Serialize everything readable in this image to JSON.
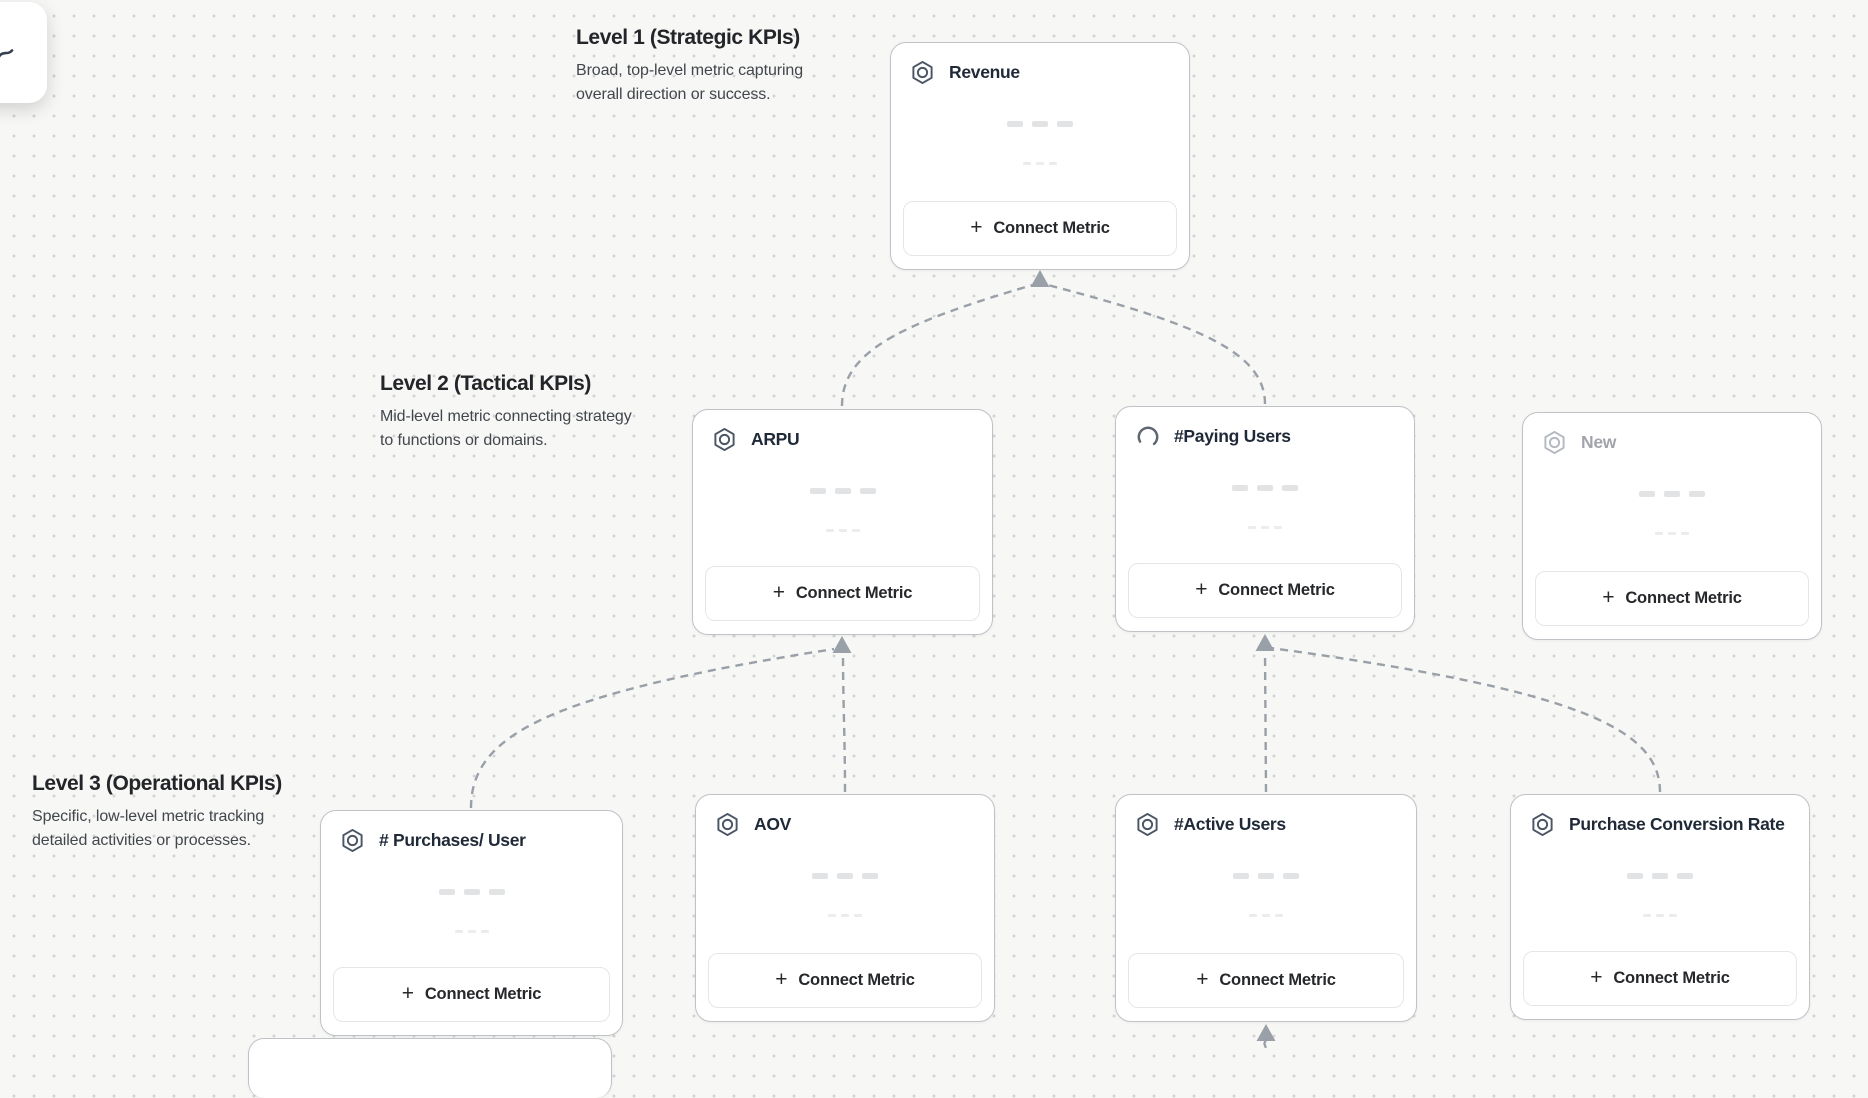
{
  "labels": {
    "connect_metric": "Connect Metric",
    "plus": "+"
  },
  "levels": [
    {
      "title": "Level 1 (Strategic KPIs)",
      "description": "Broad, top-level metric capturing overall direction or success."
    },
    {
      "title": "Level 2 (Tactical KPIs)",
      "description": "Mid-level metric connecting strategy to functions or domains."
    },
    {
      "title": "Level 3 (Operational KPIs)",
      "description": "Specific, low-level metric tracking detailed activities or processes."
    }
  ],
  "cards": [
    {
      "title": "Revenue",
      "level": 1,
      "state": "default",
      "icon": "hexagon-target-icon"
    },
    {
      "title": "ARPU",
      "level": 2,
      "state": "default",
      "icon": "hexagon-target-icon"
    },
    {
      "title": "#Paying Users",
      "level": 2,
      "state": "loading",
      "icon": "spinner-icon"
    },
    {
      "title": "New",
      "level": 2,
      "state": "draft",
      "icon": "hexagon-target-icon"
    },
    {
      "title": "# Purchases/ User",
      "level": 3,
      "state": "default",
      "icon": "hexagon-target-icon"
    },
    {
      "title": "AOV",
      "level": 3,
      "state": "default",
      "icon": "hexagon-target-icon"
    },
    {
      "title": "#Active Users",
      "level": 3,
      "state": "default",
      "icon": "hexagon-target-icon"
    },
    {
      "title": "Purchase Conversion Rate",
      "level": 3,
      "state": "default",
      "icon": "hexagon-target-icon"
    }
  ],
  "connections": [
    {
      "from": "ARPU",
      "to": "Revenue"
    },
    {
      "from": "#Paying Users",
      "to": "Revenue"
    },
    {
      "from": "# Purchases/ User",
      "to": "ARPU"
    },
    {
      "from": "AOV",
      "to": "ARPU"
    },
    {
      "from": "#Active Users",
      "to": "#Paying Users"
    },
    {
      "from": "Purchase Conversion Rate",
      "to": "#Paying Users"
    },
    {
      "from": "(offscreen)",
      "to": "#Active Users"
    }
  ],
  "colors": {
    "canvas_bg": "#f7f7f5",
    "dot_grid": "#d2d3d4",
    "card_border": "#bfc3c8",
    "connector": "#9aa0a8",
    "title_text": "#1f2937",
    "draft_title_text": "#a1a5ab"
  }
}
